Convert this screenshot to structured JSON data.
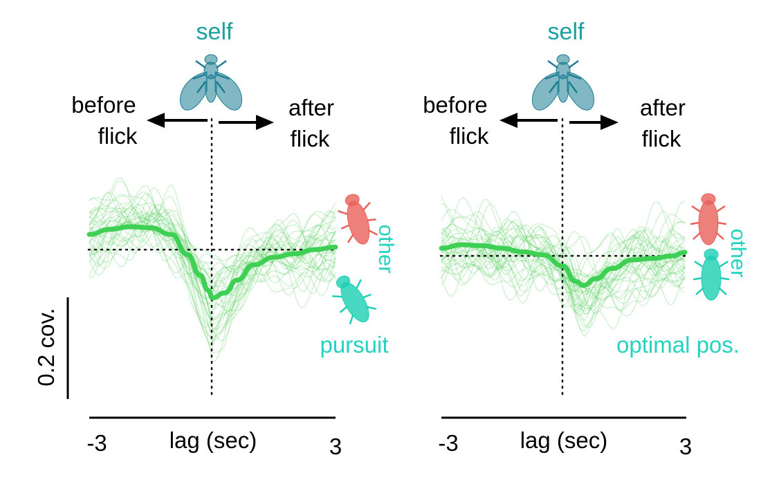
{
  "panels": [
    {
      "self_label": "self",
      "before_label": [
        "before",
        "flick"
      ],
      "after_label": [
        "after",
        "flick"
      ],
      "other_label": "other",
      "condition_label": "pursuit",
      "xlabel": "lag (sec)",
      "xtick_left": "-3",
      "xtick_right": "3"
    },
    {
      "self_label": "self",
      "before_label": [
        "before",
        "flick"
      ],
      "after_label": [
        "after",
        "flick"
      ],
      "other_label": "other",
      "condition_label": "optimal pos.",
      "xlabel": "lag (sec)",
      "xtick_left": "-3",
      "xtick_right": "3"
    }
  ],
  "scale_bar_label": "0.2 cov.",
  "icons": {
    "self_fly": "fly-top-view-icon",
    "other_fly": "fly-red-icon",
    "target_fly": "fly-teal-icon"
  },
  "colors": {
    "self_fly": "#1a7d92",
    "other_fly": "#e8605a",
    "target_fly": "#1ccfb4",
    "label_teal": "#1aa0a0",
    "label_cyan": "#22d3bf",
    "mean_line": "#3fcf55",
    "individual_lines": "#5ccf63"
  },
  "chart_data": [
    {
      "type": "line",
      "xlabel": "lag (sec)",
      "xlim": [
        -3,
        3
      ],
      "ylim": [
        -0.3,
        0.18
      ],
      "scale_bar": {
        "value": 0.2,
        "label": "0.2 cov."
      },
      "zero_line": true,
      "flick_line_x": 0,
      "series": [
        {
          "role": "mean",
          "x": [
            -3,
            -2.5,
            -2,
            -1.5,
            -1,
            -0.6,
            -0.3,
            -0.1,
            0,
            0.3,
            0.6,
            1,
            1.5,
            2,
            2.5,
            3
          ],
          "values": [
            0.03,
            0.04,
            0.045,
            0.043,
            0.03,
            -0.01,
            -0.05,
            -0.08,
            -0.095,
            -0.085,
            -0.06,
            -0.03,
            -0.015,
            -0.008,
            0.0,
            0.005
          ]
        }
      ]
    },
    {
      "type": "line",
      "xlabel": "lag (sec)",
      "xlim": [
        -3,
        3
      ],
      "ylim": [
        -0.3,
        0.18
      ],
      "zero_line": true,
      "flick_line_x": 0,
      "series": [
        {
          "role": "mean",
          "x": [
            -3,
            -2.5,
            -2,
            -1.5,
            -1,
            -0.5,
            0,
            0.3,
            0.5,
            0.8,
            1.2,
            1.7,
            2.2,
            2.7,
            3
          ],
          "values": [
            0.015,
            0.022,
            0.02,
            0.015,
            0.008,
            0.002,
            -0.02,
            -0.05,
            -0.058,
            -0.045,
            -0.025,
            -0.008,
            -0.005,
            0.0,
            0.007
          ]
        }
      ]
    }
  ]
}
